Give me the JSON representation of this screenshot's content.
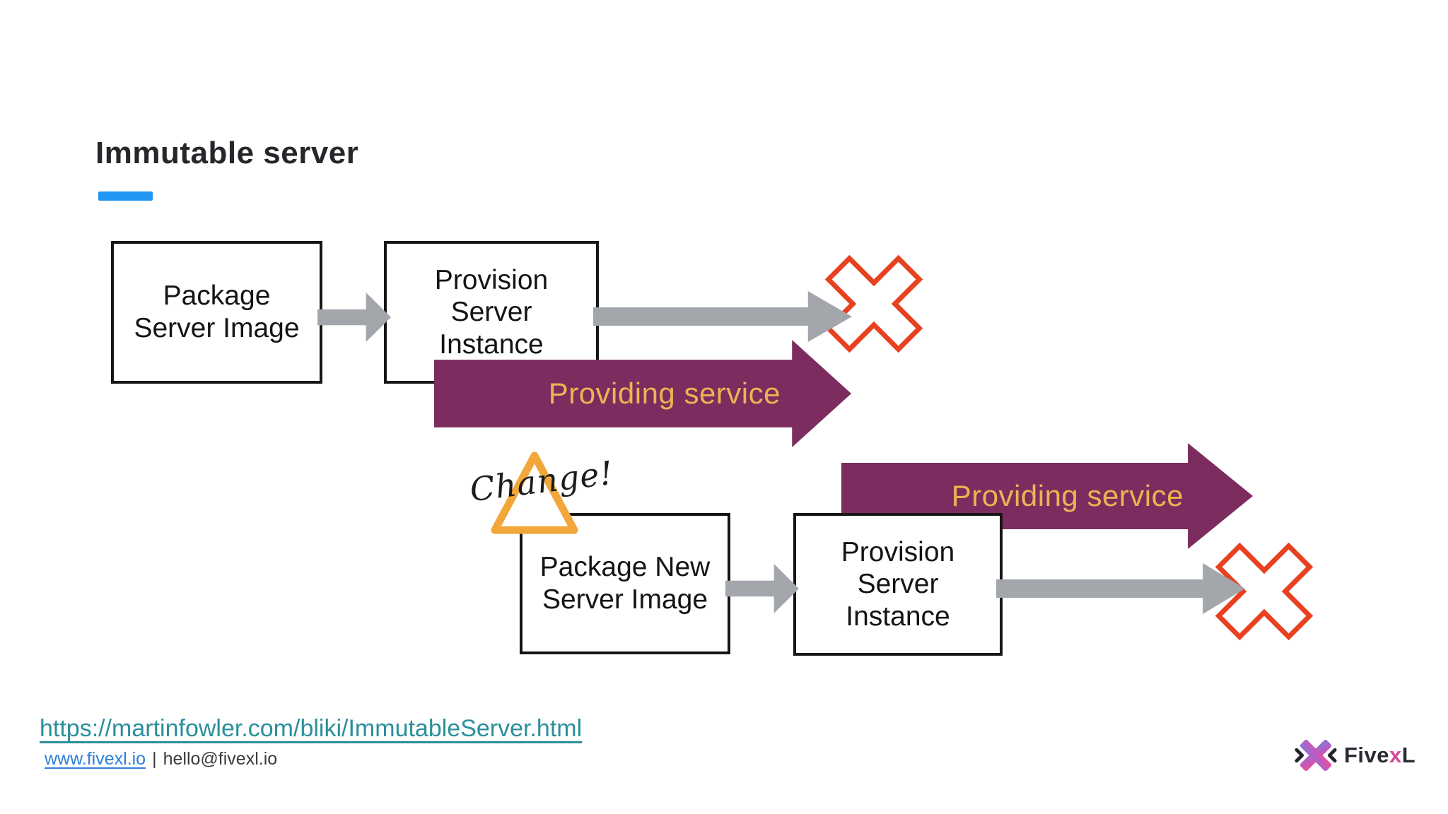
{
  "slide": {
    "title": "Immutable server"
  },
  "colors": {
    "accent_blue": "#2196f3",
    "banner_purple": "#7d2c5f",
    "banner_text_gold": "#e9b553",
    "arrow_gray": "#a3a7ac",
    "cross_red": "#e8411f",
    "triangle_orange": "#f2a73b",
    "link_teal": "#2b8f9c",
    "link_blue": "#2d7fd9"
  },
  "diagram": {
    "boxes": [
      {
        "name": "package-server-image",
        "lines": [
          "Package",
          "Server Image"
        ]
      },
      {
        "name": "provision-server-instance-1",
        "lines": [
          "Provision",
          "Server",
          "Instance"
        ]
      },
      {
        "name": "package-new-server-image",
        "lines": [
          "Package New",
          "Server Image"
        ]
      },
      {
        "name": "provision-server-instance-2",
        "lines": [
          "Provision",
          "Server",
          "Instance"
        ]
      }
    ],
    "banners": [
      {
        "label": "Providing service"
      },
      {
        "label": "Providing service"
      }
    ],
    "change_callout": "Change!"
  },
  "footer": {
    "reference_link": "https://martinfowler.com/bliki/ImmutableServer.html",
    "site_link": "www.fivexl.io",
    "separator": "|",
    "email": "hello@fivexl.io"
  },
  "logo": {
    "prefix": "Five",
    "x": "x",
    "suffix": "L"
  }
}
